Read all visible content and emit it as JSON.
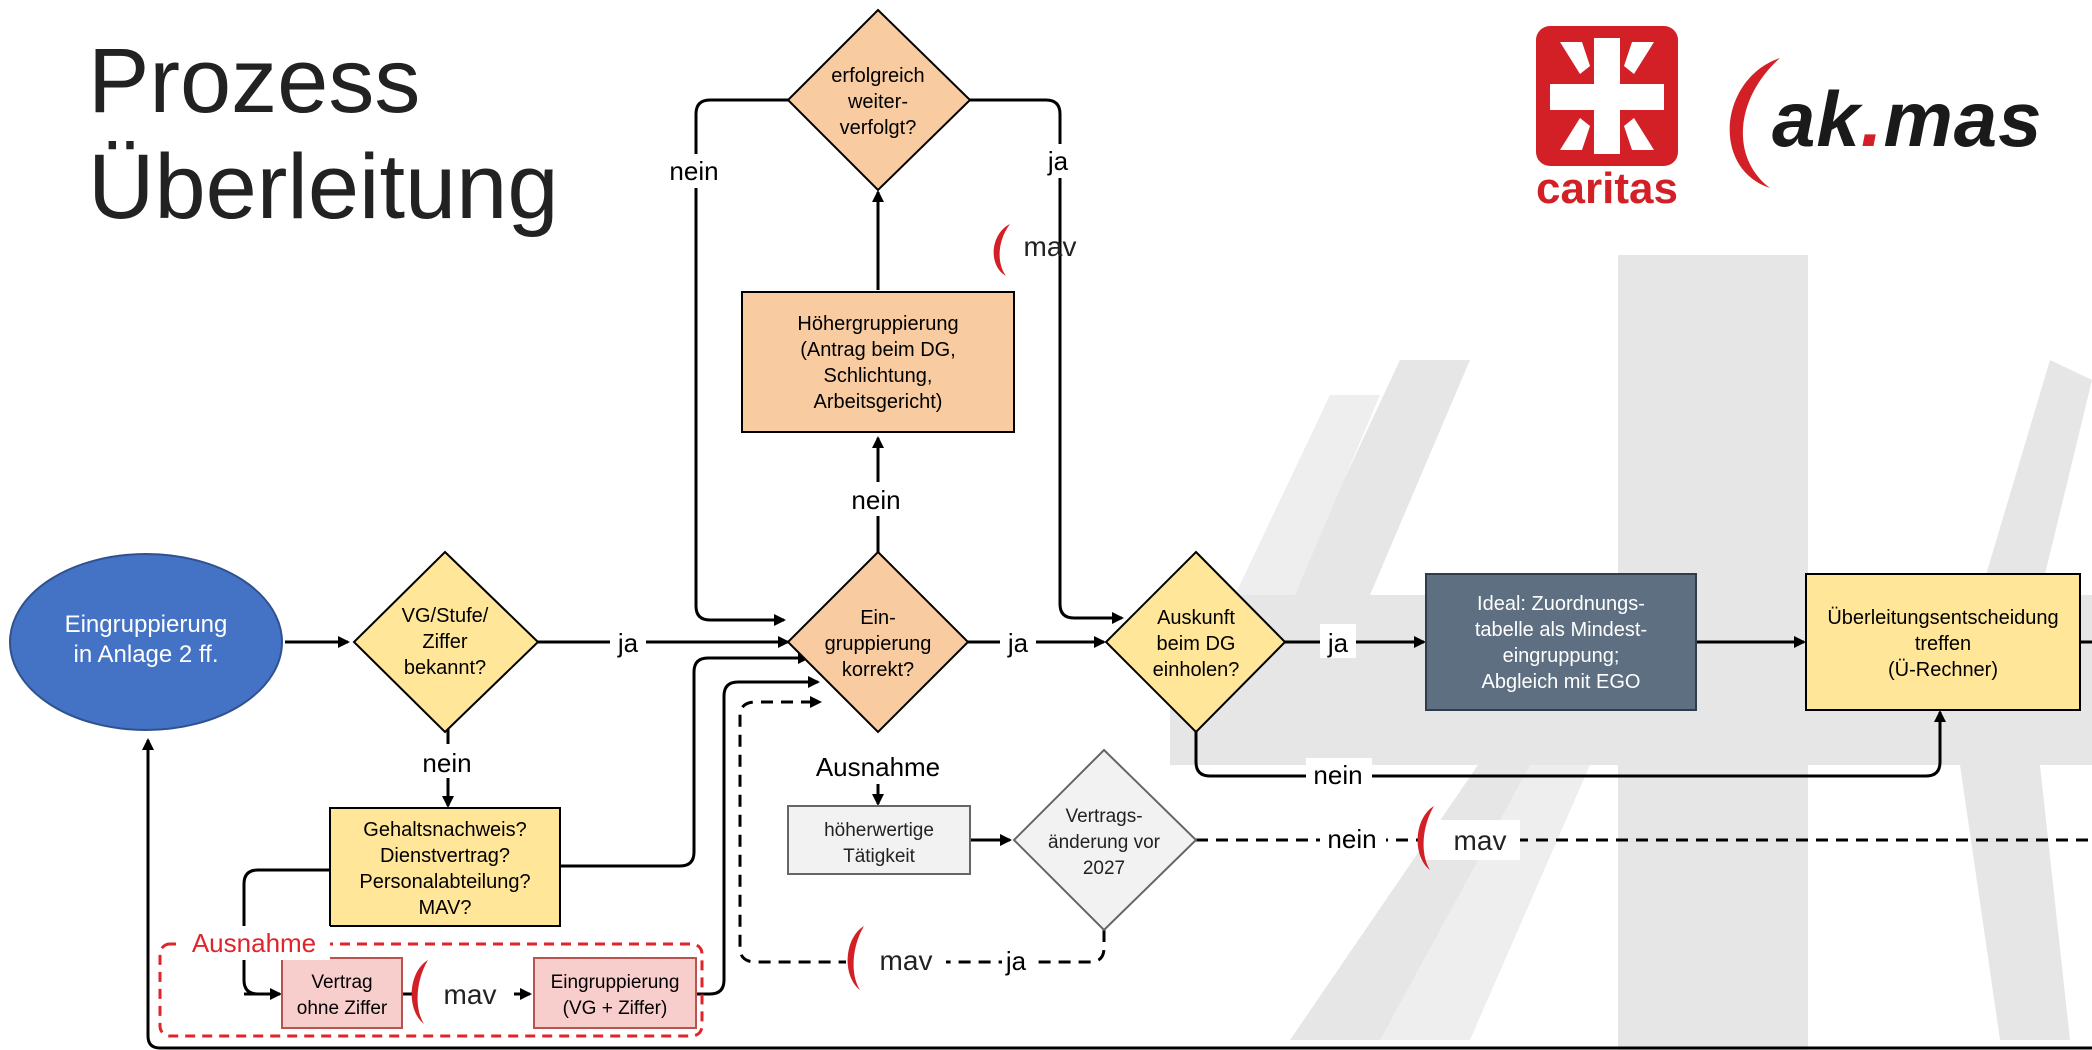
{
  "title": {
    "line1": "Prozess",
    "line2": "Überleitung"
  },
  "logos": {
    "caritas": "caritas",
    "akmas_left": "ak",
    "akmas_dot": ".",
    "akmas_right": "mas",
    "mav": "mav"
  },
  "nodes": {
    "start": [
      "Eingruppierung",
      "in Anlage 2 ff."
    ],
    "vg_known": [
      "VG/Stufe/",
      "Ziffer",
      "bekannt?"
    ],
    "docs": [
      "Gehaltsnachweis?",
      "Dienstvertrag?",
      "Personalabteilung?",
      "MAV?"
    ],
    "correct": [
      "Ein-",
      "gruppierung",
      "korrekt?"
    ],
    "success": [
      "erfolgreich",
      "weiter-",
      "verfolgt?"
    ],
    "upgrade": [
      "Höhergruppierung",
      "(Antrag beim DG,",
      "Schlichtung,",
      "Arbeitsgericht)"
    ],
    "info": [
      "Auskunft",
      "beim DG",
      "einholen?"
    ],
    "ideal": [
      "Ideal: Zuordnungs-",
      "tabelle als Mindest-",
      "eingruppung;",
      "Abgleich mit EGO"
    ],
    "decision": [
      "Überleitungsentscheidung",
      "treffen",
      "(Ü-Rechner)"
    ],
    "higher": [
      "höherwertige",
      "Tätigkeit"
    ],
    "contract_change": [
      "Vertrags-",
      "änderung vor",
      "2027"
    ],
    "contract": [
      "Vertrag",
      "ohne Ziffer"
    ],
    "classification": [
      "Eingruppierung",
      "(VG + Ziffer)"
    ]
  },
  "labels": {
    "ja": "ja",
    "nein": "nein",
    "ausnahme": "Ausnahme"
  },
  "colors": {
    "start_fill": "#4472c4",
    "yellow": "#ffe699",
    "orange": "#f8cba0",
    "slate": "#5d6f80",
    "gray_box": "#f2f2f2",
    "pink": "#f8cecc",
    "red": "#e0242b"
  }
}
